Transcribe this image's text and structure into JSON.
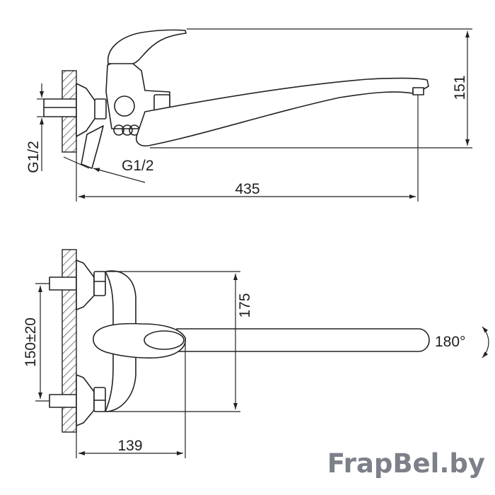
{
  "top_view": {
    "dim_height": "151",
    "dim_length": "435",
    "dim_wall_thread": "G1/2",
    "dim_inlet_thread": "G1/2"
  },
  "front_view": {
    "dim_centers": "150±20",
    "dim_height": "175",
    "dim_offset": "139",
    "dim_rotation": "180°"
  },
  "watermark": "FrapBel.by",
  "colors": {
    "line": "#222222",
    "hatch": "#333333",
    "watermark": "#7c8089"
  }
}
